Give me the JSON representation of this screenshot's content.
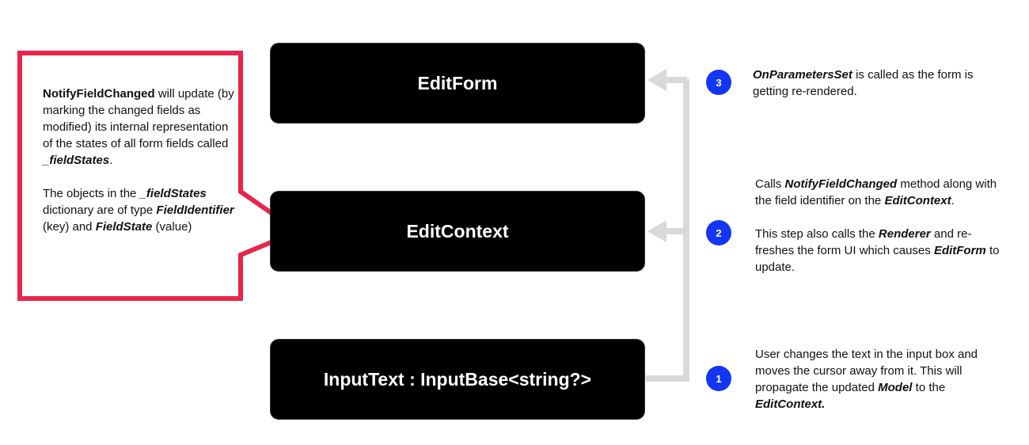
{
  "boxes": {
    "editform": "EditForm",
    "editcontext": "EditContext",
    "inputtext": "InputText : InputBase<string?>"
  },
  "note": {
    "p1": {
      "bold": "NotifyFieldChanged",
      "text1": " will update (by marking the changed fields as modified) its internal representation of the states of all form fields called ",
      "field": "_fieldStates",
      "text2": "."
    },
    "p2": {
      "text1": "The objects in the ",
      "field": "_fieldStates",
      "text2": " dictionary are of type ",
      "type1": "FieldIdentifier",
      "text3": " (key) and ",
      "type2": "FieldState",
      "text4": " (value)"
    }
  },
  "steps": {
    "s3": {
      "number": "3",
      "em": "OnParametersSet",
      "text": " is called as the form is getting re-rendered."
    },
    "s2": {
      "number": "2",
      "a1": "Calls ",
      "a_em": "NotifyFieldChanged",
      "a2": " method along with the field identifier on the ",
      "a_em2": "EditContext",
      "a3": ".",
      "b1": "This step also calls the ",
      "b_em": "Renderer",
      "b2": " and re-freshes the form UI which causes ",
      "b_em2": "EditForm",
      "b3": " to update."
    },
    "s1": {
      "number": "1",
      "t1": "User changes the text in the input box and moves the cursor away from it. This will propagate the updated ",
      "em": "Model",
      "t2": " to the ",
      "em2": "EditContext."
    }
  },
  "colors": {
    "callout_border": "#e8254a",
    "step_badge": "#1336f5",
    "connector": "#d9d9d9",
    "box_fill": "#000000"
  }
}
